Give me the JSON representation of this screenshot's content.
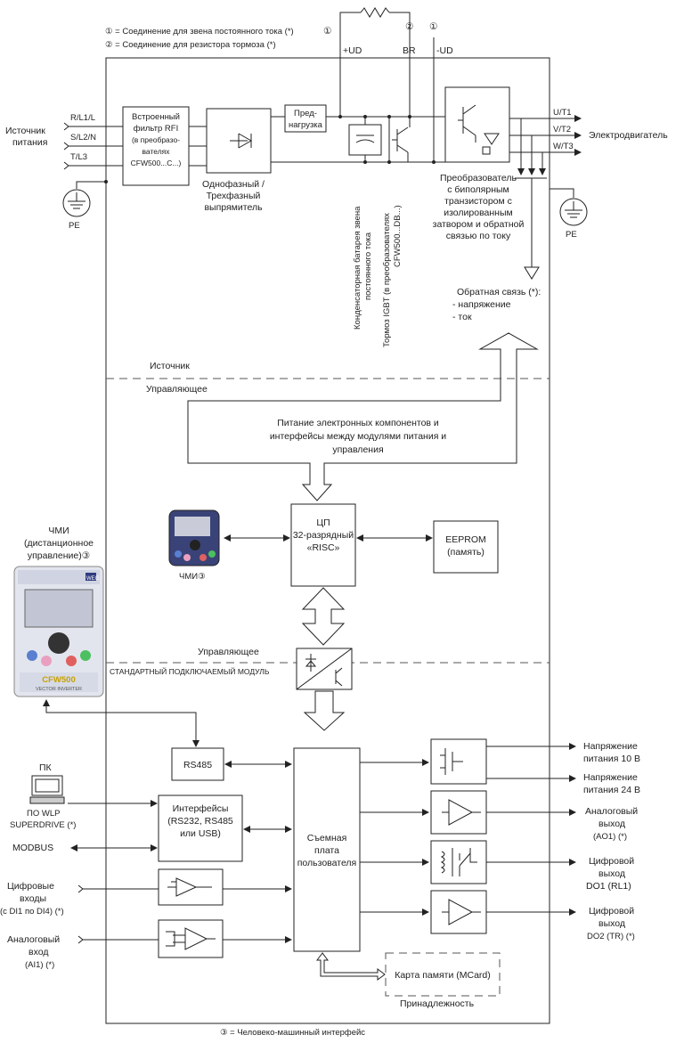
{
  "legend": {
    "item1": "① = Соединение для звена постоянного тока (*)",
    "item2": "② = Соединение для резистора тормоза (*)",
    "item3": "③ = Человеко-машинный интерфейс"
  },
  "power": {
    "source": [
      "Источник",
      "питания"
    ],
    "pe": "PE",
    "pe_right": "PE",
    "phases": [
      "R/L1/L",
      "S/L2/N",
      "T/L3"
    ],
    "rfi": [
      "Встроенный",
      "фильтр RFI",
      "(в преобразо-",
      "вателях",
      "CFW500...C...)"
    ],
    "rectifier": [
      "Однофазный /",
      "Трехфазный",
      "выпрямитель"
    ],
    "precharge": [
      "Пред-",
      "нагрузка"
    ],
    "plus_ud": "+UD",
    "br": "BR",
    "minus_ud": "-UD",
    "mark1": "①",
    "mark2": "②",
    "mark3": "①",
    "capacitor": [
      "Конденсаторная батарея звена",
      "постоянного тока"
    ],
    "brake_igbt": [
      "Тормоз IGBT (в преобразователях",
      "CFW500...DB...)"
    ],
    "inverter": [
      "Преобразователь",
      "с биполярным",
      "транзистором с",
      "изолированным",
      "затвором и обратной",
      "связью по току"
    ],
    "outputs": [
      "U/T1",
      "V/T2",
      "W/T3"
    ],
    "motor": "Электродвигатель",
    "feedback": [
      "Обратная связь (*):",
      "- напряжение",
      "- ток"
    ]
  },
  "sections": {
    "source": "Источник",
    "control": "Управляющее",
    "control2": "Управляющее",
    "plugin": "СТАНДАРТНЫЙ ПОДКЛЮЧАЕМЫЙ МОДУЛЬ"
  },
  "control": {
    "psu": [
      "Питание электронных компонентов и",
      "интерфейсы между модулями питания и",
      "управления"
    ],
    "cpu": [
      "ЦП",
      "32-разрядный",
      "«RISC»"
    ],
    "eeprom": [
      "EEPROM",
      "(память)"
    ],
    "hmi": "ЧМИ③",
    "hmi_remote": [
      "ЧМИ",
      "(дистанционное",
      "управление)③"
    ],
    "hmi_brand": "CFW500",
    "hmi_model": "VECTOR INVERTER",
    "hmi_logo": "WEG"
  },
  "plugin": {
    "rs485": "RS485",
    "interfaces": [
      "Интерфейсы",
      "(RS232, RS485",
      "или USB)"
    ],
    "board": [
      "Съемная",
      "плата",
      "пользователя"
    ],
    "pc": "ПК",
    "wlp": [
      "ПО WLP",
      "SUPERDRIVE (*)"
    ],
    "modbus": "MODBUS",
    "digital_in": [
      "Цифровые",
      "входы",
      "(с DI1 по DI4) (*)"
    ],
    "analog_in": [
      "Аналоговый",
      "вход",
      "(AI1) (*)"
    ],
    "v10": [
      "Напряжение",
      "питания 10 В"
    ],
    "v24": [
      "Напряжение",
      "питания 24 В"
    ],
    "ao1": [
      "Аналоговый",
      "выход",
      "(AO1) (*)"
    ],
    "do1": [
      "Цифровой",
      "выход",
      "DO1 (RL1)"
    ],
    "do2": [
      "Цифровой",
      "выход",
      "DO2 (TR) (*)"
    ],
    "mcard": "Карта памяти (MCard)",
    "accessory": "Принадлежность"
  }
}
